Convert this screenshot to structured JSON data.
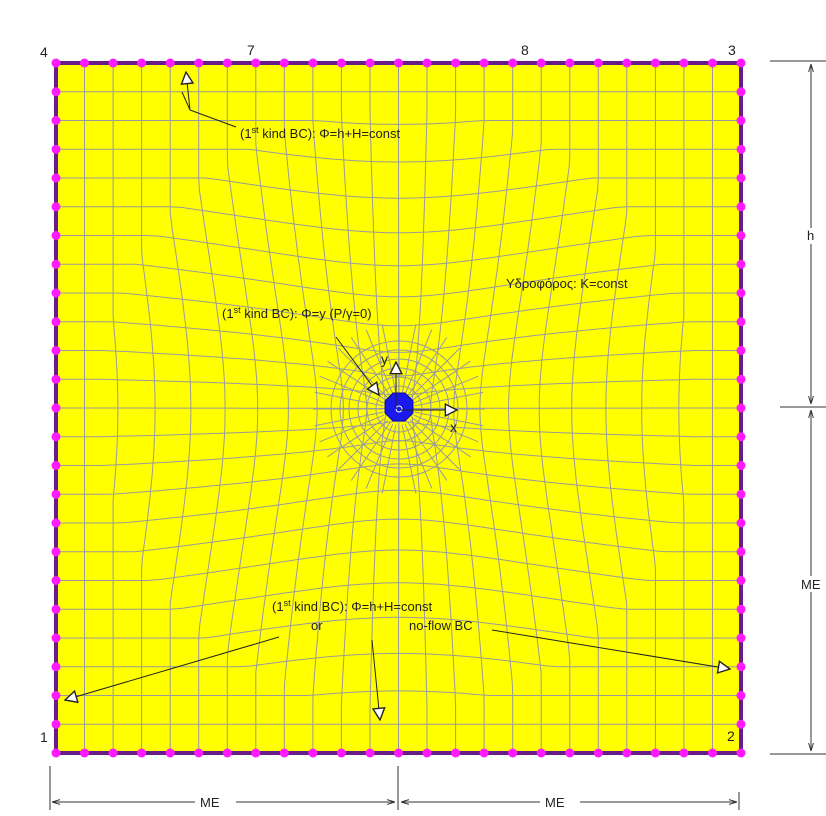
{
  "colors": {
    "domain_fill": "#ffff00",
    "mesh_line": "#9a9a9a",
    "boundary": "#6a1b8a",
    "boundary_node": "#ff1aff",
    "well": "#1a1aee",
    "dimension": "#333333",
    "text": "#222222"
  },
  "corner_nodes": {
    "n1": "1",
    "n2": "2",
    "n3": "3",
    "n4": "4",
    "n7": "7",
    "n8": "8"
  },
  "annotations": {
    "top_bc_prefix": "(1",
    "top_bc_sup": "st",
    "top_bc_suffix": " kind BC): Φ=h+H=const",
    "well_bc_prefix": "(1",
    "well_bc_sup": "st",
    "well_bc_suffix": " kind BC): Φ=y (P/γ=0)",
    "aquifer": "Υδροφόρος: K=const",
    "bottom_bc_prefix": "(1",
    "bottom_bc_sup": "st",
    "bottom_bc_suffix": " kind BC): Φ=h+H=const",
    "bottom_bc_or": "or",
    "bottom_bc_noflow": "no-flow BC"
  },
  "axes": {
    "x_label": "x",
    "y_label": "y"
  },
  "dimensions": {
    "right_upper": "h",
    "right_lower": "ME",
    "bottom_left": "ME",
    "bottom_right": "ME"
  },
  "icons": {
    "well": "well-octagon-icon",
    "node_marker": "boundary-node-dot-icon",
    "arrow": "hollow-arrowhead-icon"
  }
}
